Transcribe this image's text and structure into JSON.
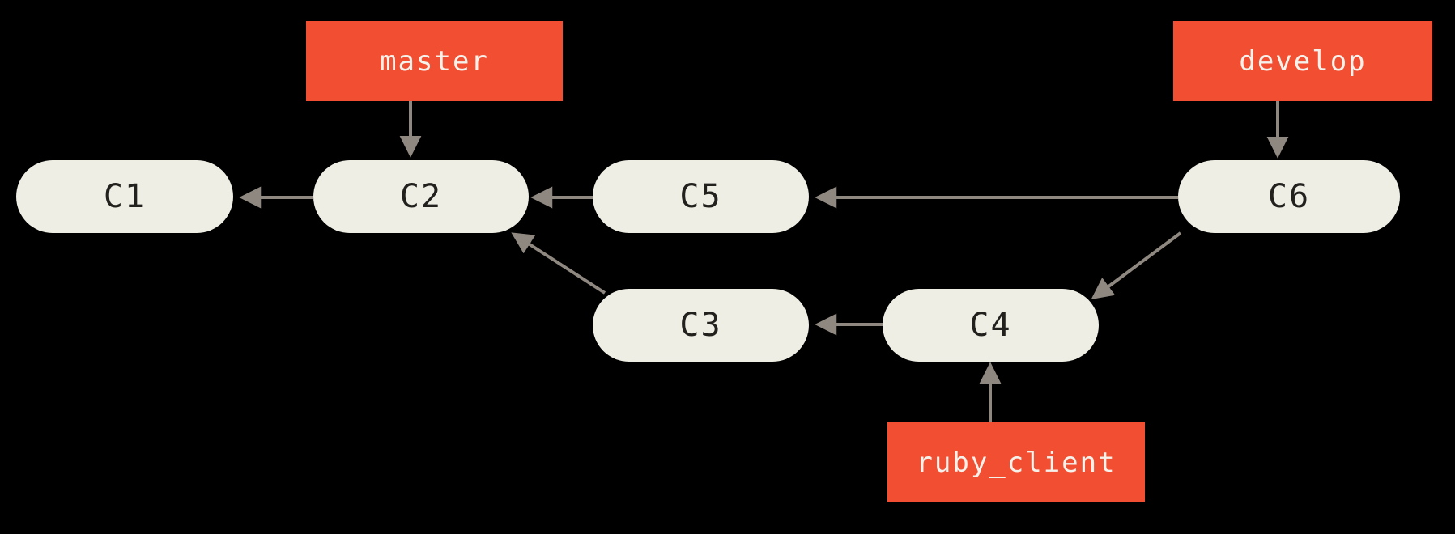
{
  "diagram_type": "git-commit-history",
  "colors": {
    "background": "#000000",
    "commit_fill": "#EFEEE4",
    "commit_text": "#23211E",
    "branch_fill": "#F14E32",
    "branch_text": "#F5F2EC",
    "arrow": "#8F8880"
  },
  "commits": [
    {
      "id": "c1",
      "label": "C1"
    },
    {
      "id": "c2",
      "label": "C2"
    },
    {
      "id": "c3",
      "label": "C3"
    },
    {
      "id": "c4",
      "label": "C4"
    },
    {
      "id": "c5",
      "label": "C5"
    },
    {
      "id": "c6",
      "label": "C6"
    }
  ],
  "branches": [
    {
      "id": "master",
      "label": "master",
      "points_to": "C2"
    },
    {
      "id": "develop",
      "label": "develop",
      "points_to": "C6"
    },
    {
      "id": "ruby_client",
      "label": "ruby_client",
      "points_to": "C4"
    }
  ],
  "edges": [
    {
      "from": "C2",
      "to": "C1"
    },
    {
      "from": "C5",
      "to": "C2"
    },
    {
      "from": "C6",
      "to": "C5"
    },
    {
      "from": "C3",
      "to": "C2"
    },
    {
      "from": "C4",
      "to": "C3"
    },
    {
      "from": "C6",
      "to": "C4"
    },
    {
      "from": "master",
      "to": "C2"
    },
    {
      "from": "develop",
      "to": "C6"
    },
    {
      "from": "ruby_client",
      "to": "C4"
    }
  ]
}
